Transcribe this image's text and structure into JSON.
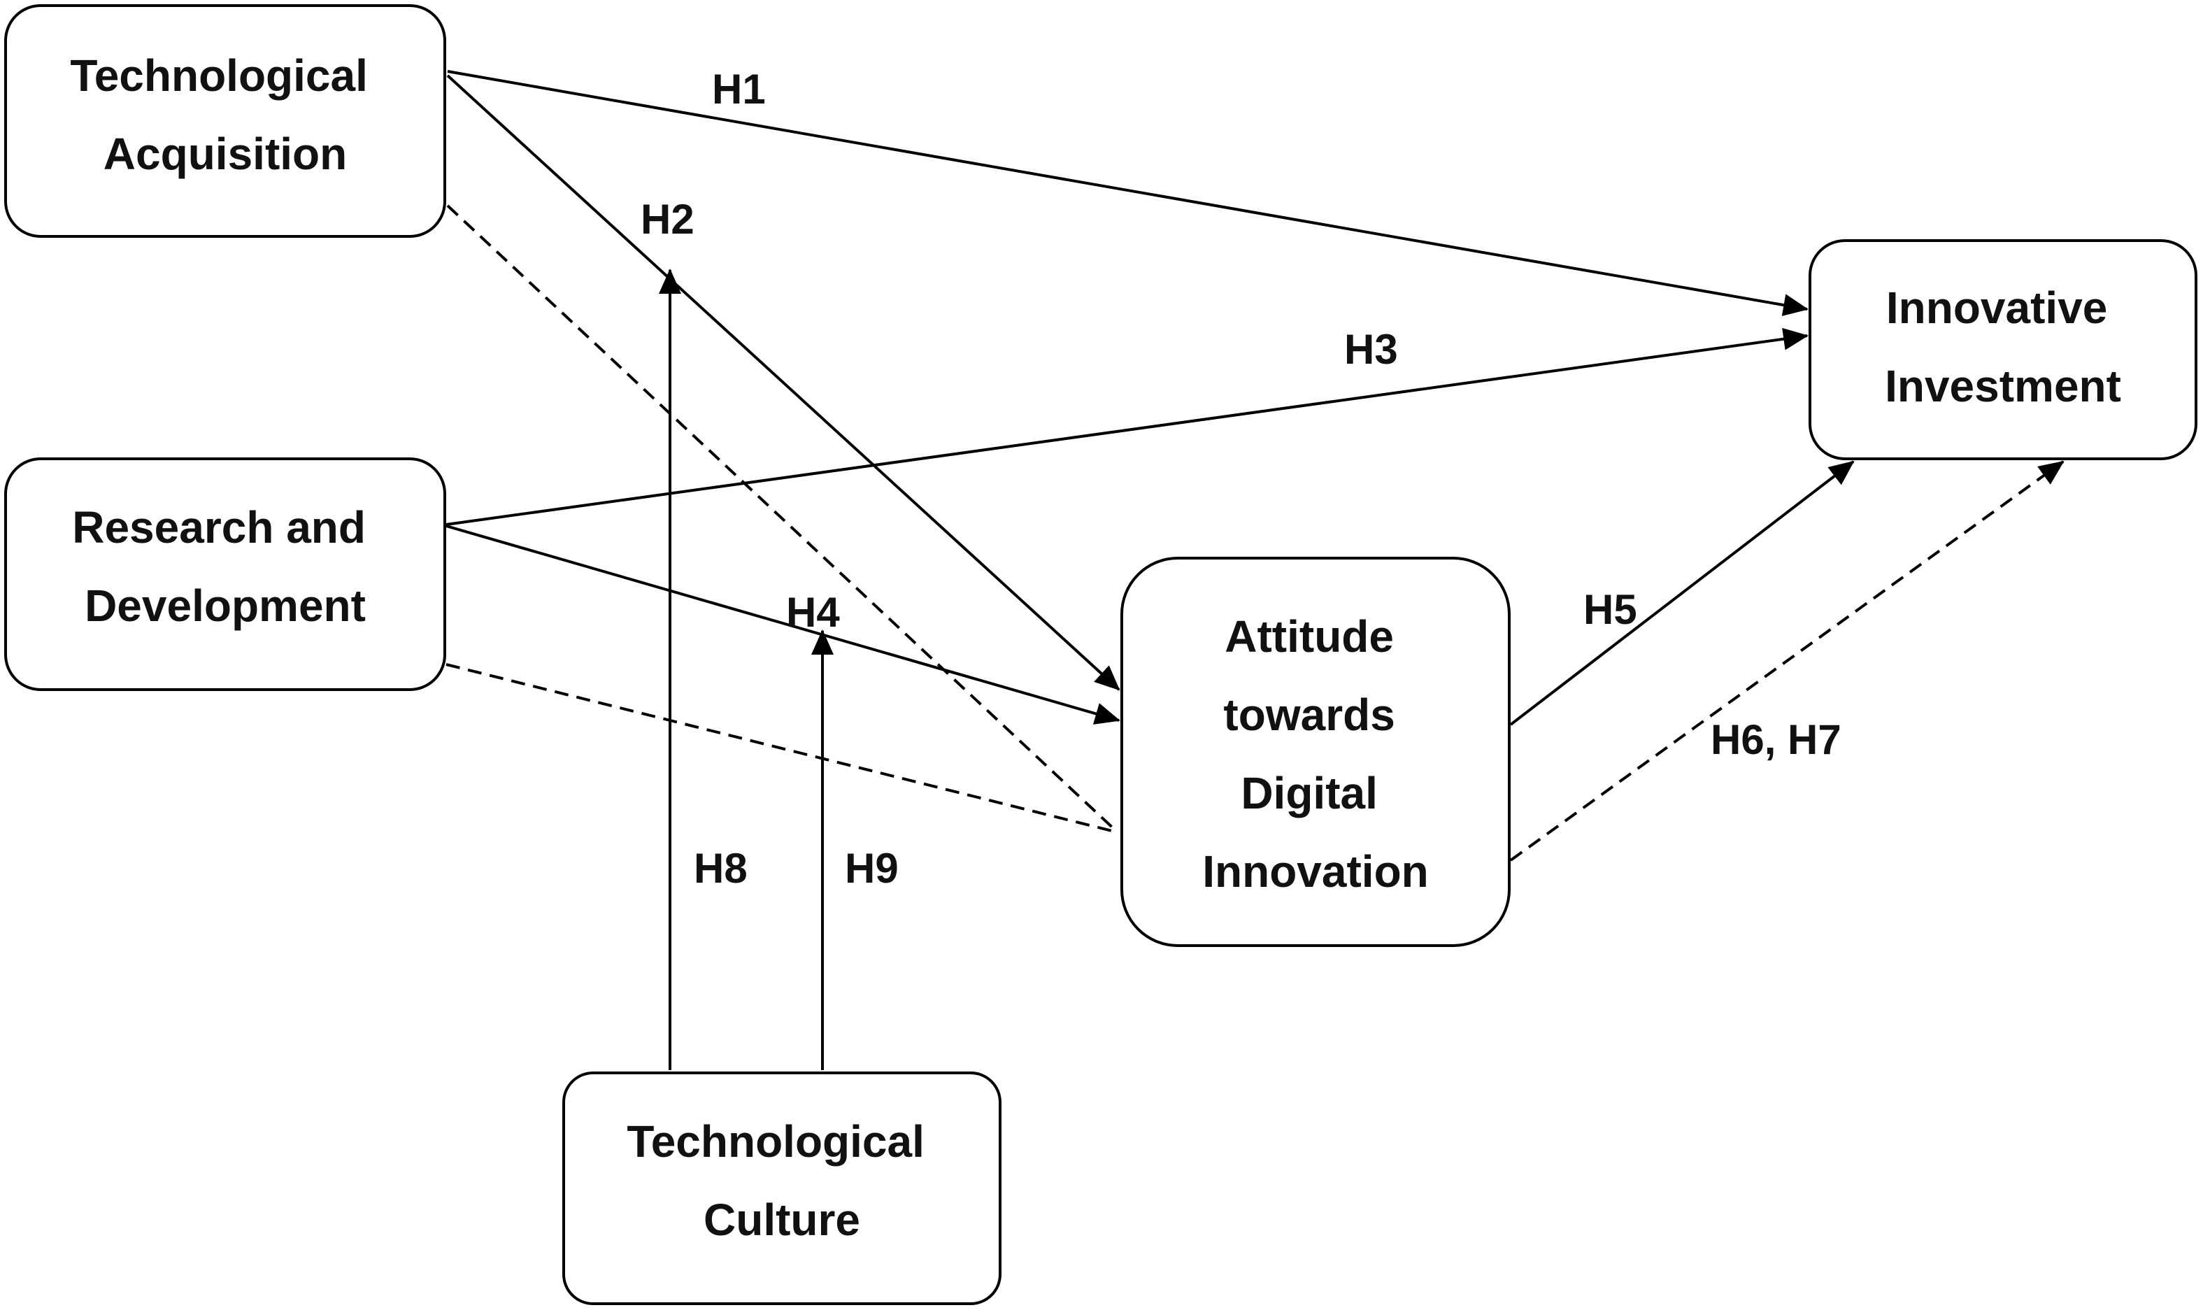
{
  "nodes": {
    "technological_acquisition": {
      "lines": [
        "Technological",
        "Acquisition"
      ]
    },
    "research_and_development": {
      "lines": [
        "Research and",
        "Development"
      ]
    },
    "innovative_investment": {
      "lines": [
        "Innovative",
        "Investment"
      ]
    },
    "attitude_digital_innovation": {
      "lines": [
        "Attitude",
        "towards",
        "Digital",
        "Innovation"
      ]
    },
    "technological_culture": {
      "lines": [
        "Technological",
        "Culture"
      ]
    }
  },
  "hypotheses": {
    "h1": "H1",
    "h2": "H2",
    "h3": "H3",
    "h4": "H4",
    "h5": "H5",
    "h6_h7": "H6, H7",
    "h8": "H8",
    "h9": "H9"
  },
  "colors": {
    "line": "#000000",
    "box_fill": "#ffffff",
    "text": "#111111"
  }
}
